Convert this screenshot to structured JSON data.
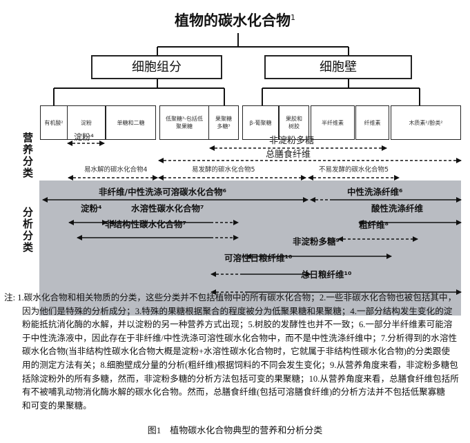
{
  "title": "植物的碳水化合物",
  "title_note": "1",
  "groups": {
    "cell_content": "细胞组分",
    "cell_wall": "细胞壁"
  },
  "components": [
    {
      "label": "有机酸²"
    },
    {
      "label": "淀粉"
    },
    {
      "label": "单糖和二糖"
    },
    {
      "label": "低聚糖³-包括低聚果糖"
    },
    {
      "label": "果聚糖多糖³"
    },
    {
      "label": "β-葡聚糖"
    },
    {
      "label": "果胶和树胶"
    },
    {
      "label": "半纤维素"
    },
    {
      "label": "纤维素"
    },
    {
      "label": "木质素²/酚类²"
    }
  ],
  "nutritional": {
    "side_label": "营养分类",
    "starch": "淀粉⁴",
    "nsp": "非淀粉多糖",
    "tdf": "总膳食纤维",
    "hydrolyzable": "易水解的碳水化合物4",
    "fermentable": "易发酵的碳水化合物5",
    "slow_fermentable": "不易发酵的碳水化合物5"
  },
  "analytical": {
    "side_label": "分析分类",
    "nfc": "非纤维/中性洗涤可溶碳水化合物⁶",
    "ndf": "中性洗涤纤维⁶",
    "starch": "淀粉⁴",
    "wsc": "水溶性碳水化合物⁷",
    "adf": "酸性洗涤纤维",
    "nsc": "非结构性碳水化合物⁷",
    "cf": "粗纤维⁸",
    "nsp": "非淀粉多糖⁹",
    "sdf": "可溶性日粮纤维¹⁰",
    "tdf": "总日粮纤维¹⁰"
  },
  "notes": [
    "注: 1.碳水化合物和相关物质的分类，这些分类并不包括植物中的所有碳水化合物；2.一些非碳水化合物也被包括其中，",
    "因为他们是特殊的分析成分；3.特殊的果糖根据聚合的程度被分为低聚果糖和果聚糖；4.一部分结构发生变化的淀",
    "粉能抵抗消化酶的水解，并以淀粉的另一种营养方式出现；5.树胶的发酵性也并不一致；6.一部分半纤维素可能溶",
    "于中性洗涤液中，因此存在于非纤维/中性洗涤可溶性碳水化合物中，而不是中性洗涤纤维中；7.分析得到的水溶性",
    "碳水化合物(当非结构性碳水化合物大概是淀粉+水溶性碳水化合物时，它就属于非结构性碳水化合物)的分类跟使",
    "用的测定方法有关；8.细胞壁成分量的分析(粗纤维)根据饲料的不同会发生变化；9.从营养角度来看，非淀粉多糖包",
    "括除淀粉外的所有多糖，然而，非淀粉多糖的分析方法包括可变的果聚糖；10.从营养角度来看，总膳食纤维包括所",
    "有不被哺乳动物消化酶水解的碳水化合物。然而，总膳食纤维(包括可溶膳食纤维)的分析方法并不包括低聚寡糖",
    "和可变的果聚糖。"
  ],
  "caption": "图1　植物碳水化合物典型的营养和分析分类"
}
